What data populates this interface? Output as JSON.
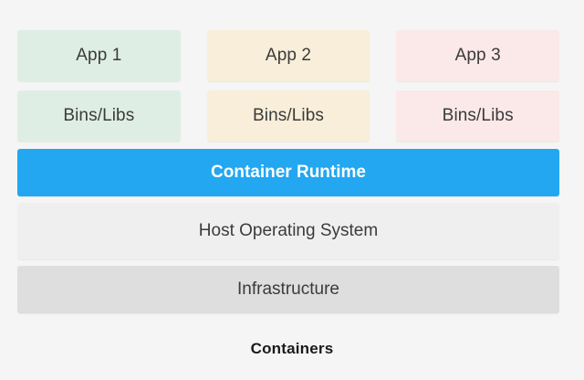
{
  "diagram": {
    "caption": "Containers",
    "background_color": "#f5f5f5",
    "layers": {
      "apps": [
        {
          "label": "App 1",
          "color": "#dfeee4"
        },
        {
          "label": "App 2",
          "color": "#f8eed9"
        },
        {
          "label": "App 3",
          "color": "#fae9e8"
        }
      ],
      "bins_libs": [
        {
          "label": "Bins/Libs",
          "color": "#dfeee4"
        },
        {
          "label": "Bins/Libs",
          "color": "#f8eed9"
        },
        {
          "label": "Bins/Libs",
          "color": "#fae9e8"
        }
      ],
      "runtime": {
        "label": "Container Runtime",
        "color": "#22a7f0",
        "text_color": "#ffffff"
      },
      "host_os": {
        "label": "Host Operating System",
        "color": "#efefef"
      },
      "infrastructure": {
        "label": "Infrastructure",
        "color": "#dedede"
      }
    }
  }
}
